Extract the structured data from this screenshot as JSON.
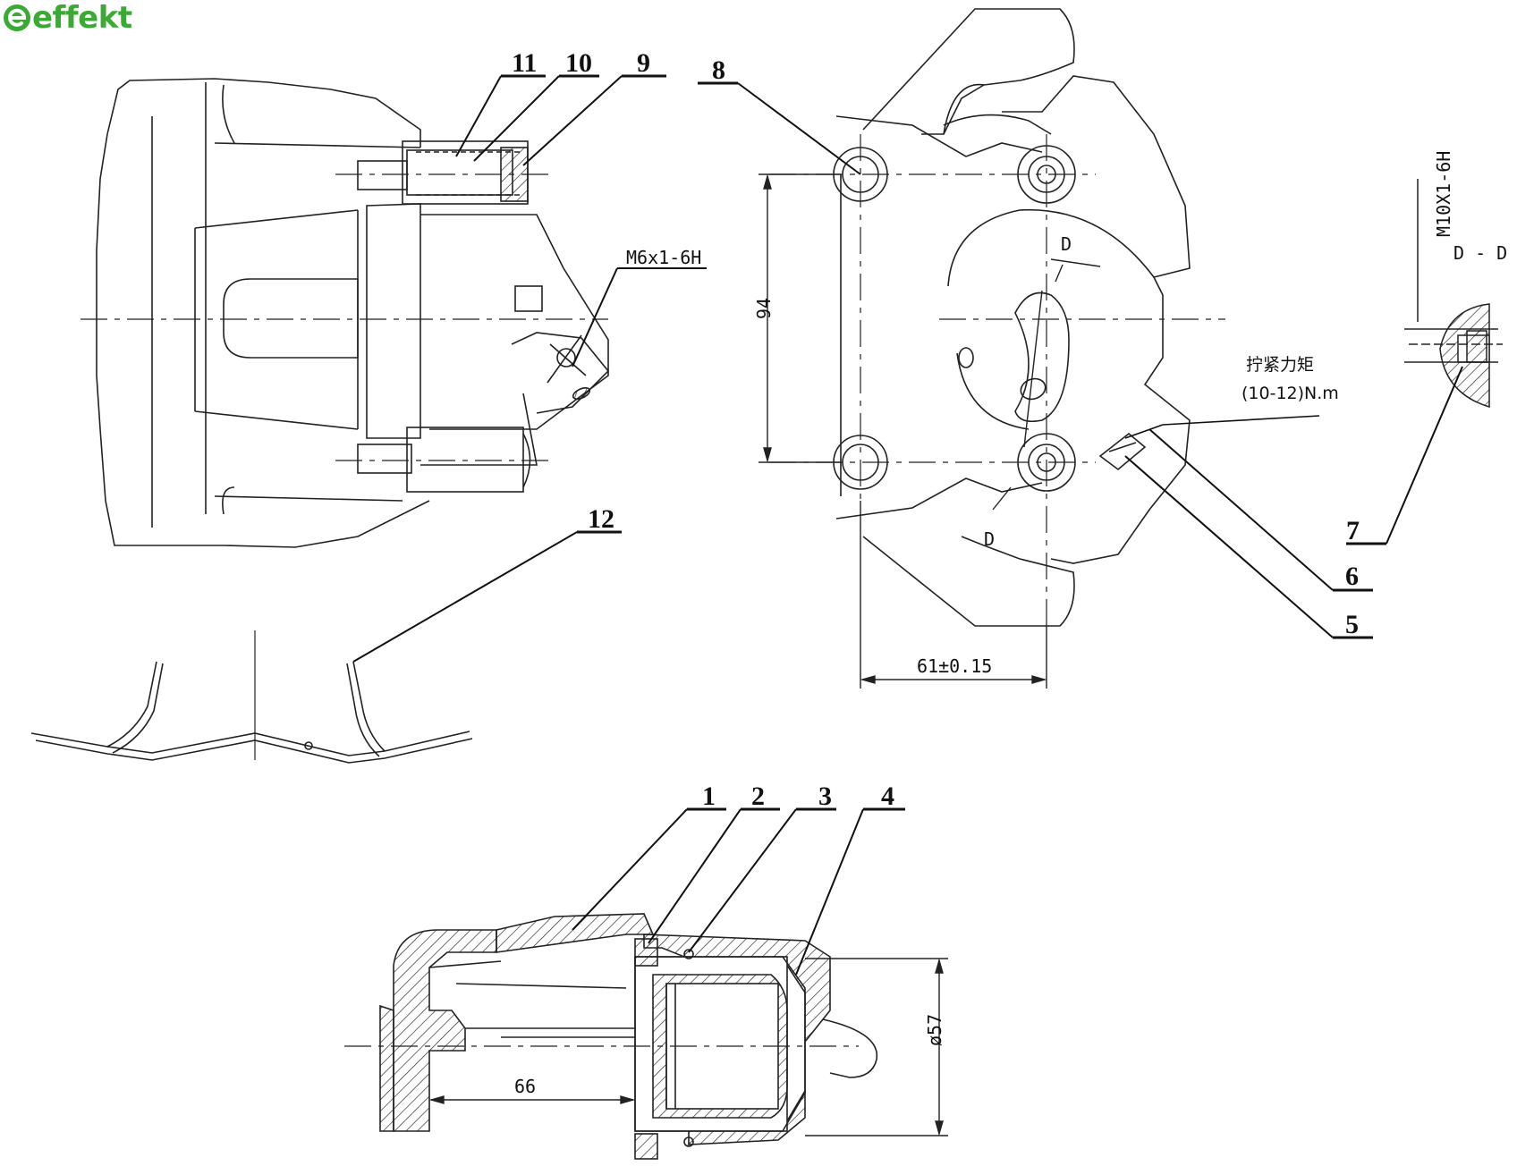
{
  "logo": {
    "text": "effekt",
    "color": "#3aaa35",
    "icon": "effekt-e-icon"
  },
  "callouts": {
    "c1": "1",
    "c2": "2",
    "c3": "3",
    "c4": "4",
    "c5": "5",
    "c6": "6",
    "c7": "7",
    "c8": "8",
    "c9": "9",
    "c10": "10",
    "c11": "11",
    "c12": "12"
  },
  "dimensions": {
    "thread_bleeder": "M6x1-6H",
    "height_94": "94",
    "width_61": "61±0.15",
    "length_66": "66",
    "bore_57": "ø57",
    "thread_section": "M10X1-6H"
  },
  "section": {
    "marker": "D",
    "title": "D - D"
  },
  "torque": {
    "label": "拧紧力矩",
    "value": "(10-12)N.m"
  }
}
